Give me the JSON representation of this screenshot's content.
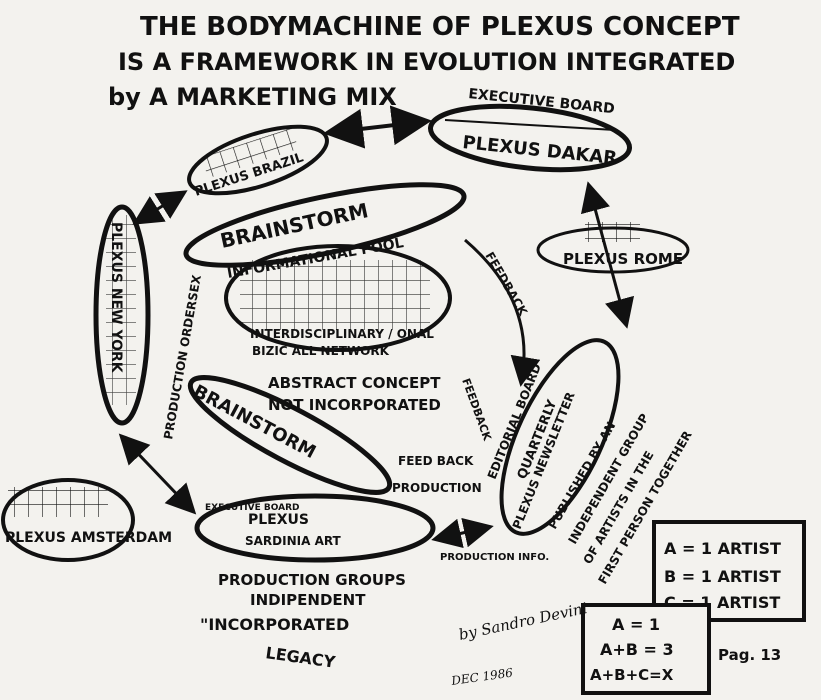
{
  "title": {
    "line1": "THE BODYMACHINE OF PLEXUS CONCEPT",
    "line2": "IS A FRAMEWORK IN EVOLUTION INTEGRATED",
    "line3": "by A MARKETING MIX"
  },
  "nodes": {
    "executive_board": "EXECUTIVE BOARD",
    "plexus_dakar": "PLEXUS DAKAR",
    "plexus_brazil": "PLEXUS BRAZIL",
    "plexus_rome": "PLEXUS ROME",
    "plexus_newyork": "PLEXUS NEW YORK",
    "plexus_amsterdam": "PLEXUS AMSTERDAM",
    "brainstorm_top": "BRAINSTORM",
    "brainstorm_bottom": "BRAINSTORM",
    "informational_pool": "INFORMATIONAL POOL",
    "pool_line1": "INTERDISCIPLINARY / ONAL",
    "pool_line2": "BIZIC ALL NETWORK",
    "abstract_concept": "ABSTRACT CONCEPT",
    "not_incorporated": "NOT INCORPORATED",
    "plexus_sardinia": "PLEXUS",
    "sardinia_art": "SARDINIA ART",
    "executive_small": "EXECUTIVE BOARD",
    "editorial_board": "EDITORIAL BOARD",
    "quarterly": "QUARTERLY",
    "plexus_newsletter": "PLEXUS NEWSLETTER"
  },
  "labels": {
    "feedback_1": "FEEDBACK",
    "feedback_2": "FEEDBACK",
    "feedback_3": "FEED BACK",
    "production": "PRODUCTION",
    "production_info": "PRODUCTION INFO.",
    "production_ordersex": "PRODUCTION ORDERSEX",
    "published_1": "PUBLISHED BY AN",
    "published_2": "INDEPENDENT GROUP",
    "published_3": "OF ARTISTS IN THE",
    "published_4": "FIRST PERSON TOGETHER",
    "groups_1": "PRODUCTION GROUPS",
    "groups_2": "INDIPENDENT",
    "groups_3": "\"INCORPORATED",
    "groups_4": "LEGACY"
  },
  "legend": {
    "line1": "A = 1 ARTIST",
    "line2": "B = 1 ARTIST",
    "line3": "C = 1 ARTIST"
  },
  "formula": {
    "line1": "A = 1",
    "line2": "A+B = 3",
    "line3": "A+B+C=X"
  },
  "signature": {
    "by": "by Sandro Devini",
    "date": "DEC 1986",
    "page": "Pag. 13"
  },
  "colors": {
    "ink": "#111111",
    "paper": "#f3f2ee"
  }
}
